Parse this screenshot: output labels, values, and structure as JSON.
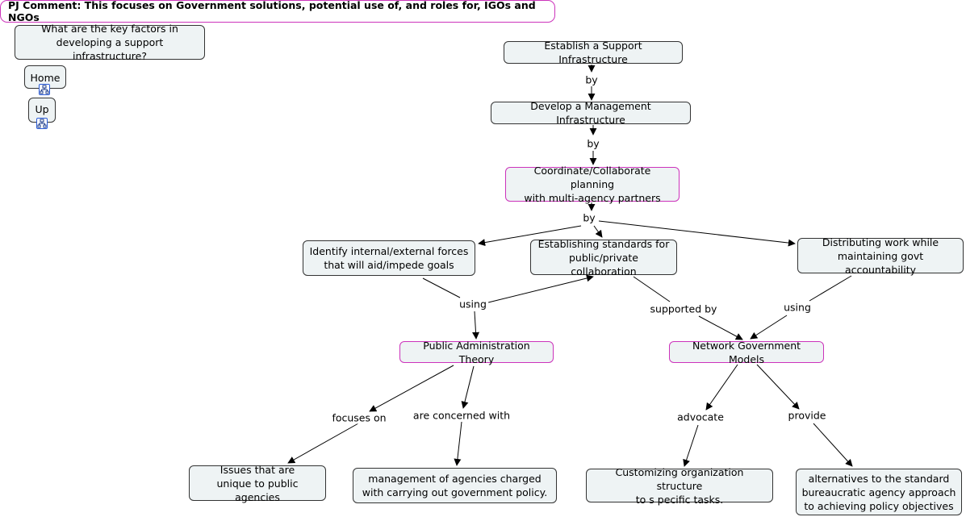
{
  "comment": "PJ Comment: This focuses on Government solutions, potential use of, and roles for, IGOs and NGOs",
  "nodes": {
    "key_factors": "What are the key factors in\ndeveloping a support infrastructure?",
    "home": "Home",
    "up": "Up",
    "support_infra": "Establish a Support Infrastructure",
    "mgmt_infra": "Develop a Management Infrastructure",
    "coordinate": "Coordinate/Collaborate planning\nwith multi-agency partners",
    "identify": "Identify internal/external forces\nthat will aid/impede goals",
    "standards": "Establishing standards for\npublic/private collaboration",
    "distributing": "Distributing work while\nmaintaining govt accountability",
    "pat": "Public Administration Theory",
    "ngm": "Network Government Models",
    "issues": "Issues that are\nunique to public agencies",
    "management": "management of agencies charged\nwith carrying out government policy.",
    "customizing": "Customizing organization structure\nto s pecific tasks.",
    "alternatives": "alternatives to the standard\nbureaucratic agency approach\nto achieving policy objectives"
  },
  "labels": {
    "by1": "by",
    "by2": "by",
    "by3": "by",
    "using1": "using",
    "supported_by": "supported by",
    "using2": "using",
    "focuses_on": "focuses on",
    "concerned_with": "are concerned with",
    "advocate": "advocate",
    "provide": "provide"
  },
  "icons": {
    "home_nav": "sitemap-icon",
    "up_nav": "sitemap-icon"
  },
  "colors": {
    "node_fill": "#eef3f4",
    "highlight_border": "#cc33bb",
    "link": "#000000"
  }
}
